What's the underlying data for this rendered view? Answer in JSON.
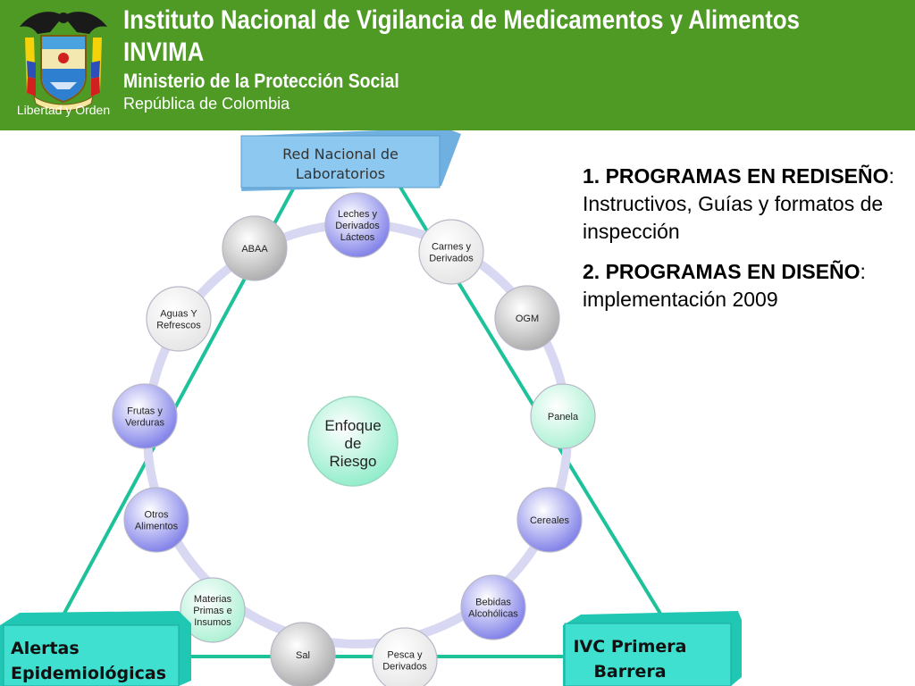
{
  "header": {
    "title_line1": "Instituto Nacional de Vigilancia de Medicamentos y Alimentos",
    "title_line2": "INVIMA",
    "ministry": "Ministerio de la Protección Social",
    "country": "República de Colombia",
    "crest_motto": "Libertad y Orden",
    "background_color": "#4e9a25"
  },
  "diagram": {
    "top_box": {
      "line1": "Red Nacional de",
      "line2": "Laboratorios"
    },
    "left_box": {
      "line1": "Alertas",
      "line2": "Epidemiológicas"
    },
    "right_box": {
      "line1": "IVC Primera",
      "line2": "Barrera"
    },
    "center": {
      "line1": "Enfoque",
      "line2": "de",
      "line3": "Riesgo"
    },
    "nodes": [
      {
        "lines": [
          "Leches y",
          "Derivados",
          "Lácteos"
        ],
        "color": "#8d8df0"
      },
      {
        "lines": [
          "Carnes y",
          "Derivados"
        ],
        "color": "#ffffff"
      },
      {
        "lines": [
          "OGM"
        ],
        "color": "#bdbdbd"
      },
      {
        "lines": [
          "Panela"
        ],
        "color": "#c8f5e0"
      },
      {
        "lines": [
          "Cereales"
        ],
        "color": "#9e9ef3"
      },
      {
        "lines": [
          "Bebidas",
          "Alcohólicas"
        ],
        "color": "#8888ec"
      },
      {
        "lines": [
          "Pesca y",
          "Derivados"
        ],
        "color": "#ffffff"
      },
      {
        "lines": [
          "Sal"
        ],
        "color": "#c6c6c6"
      },
      {
        "lines": [
          "Materias",
          "Primas e",
          "Insumos"
        ],
        "color": "#c8f5e0"
      },
      {
        "lines": [
          "Otros",
          "Alimentos"
        ],
        "color": "#9e9ef3"
      },
      {
        "lines": [
          "Frutas y",
          "Verduras"
        ],
        "color": "#8888ec"
      },
      {
        "lines": [
          "Aguas Y",
          "Refrescos"
        ],
        "color": "#ffffff"
      },
      {
        "lines": [
          "ABAA"
        ],
        "color": "#c6c6c6"
      }
    ],
    "colors": {
      "teal": "#1ec29a",
      "box": "#40e0d0",
      "top_box": "#8cc8f0"
    }
  },
  "text_panel": {
    "item1_bold": "1. PROGRAMAS EN REDISEÑO",
    "item1_rest": ": Instructivos, Guías y formatos de inspección",
    "item2_bold": "2. PROGRAMAS EN DISEÑO",
    "item2_rest": ": implementación 2009"
  }
}
